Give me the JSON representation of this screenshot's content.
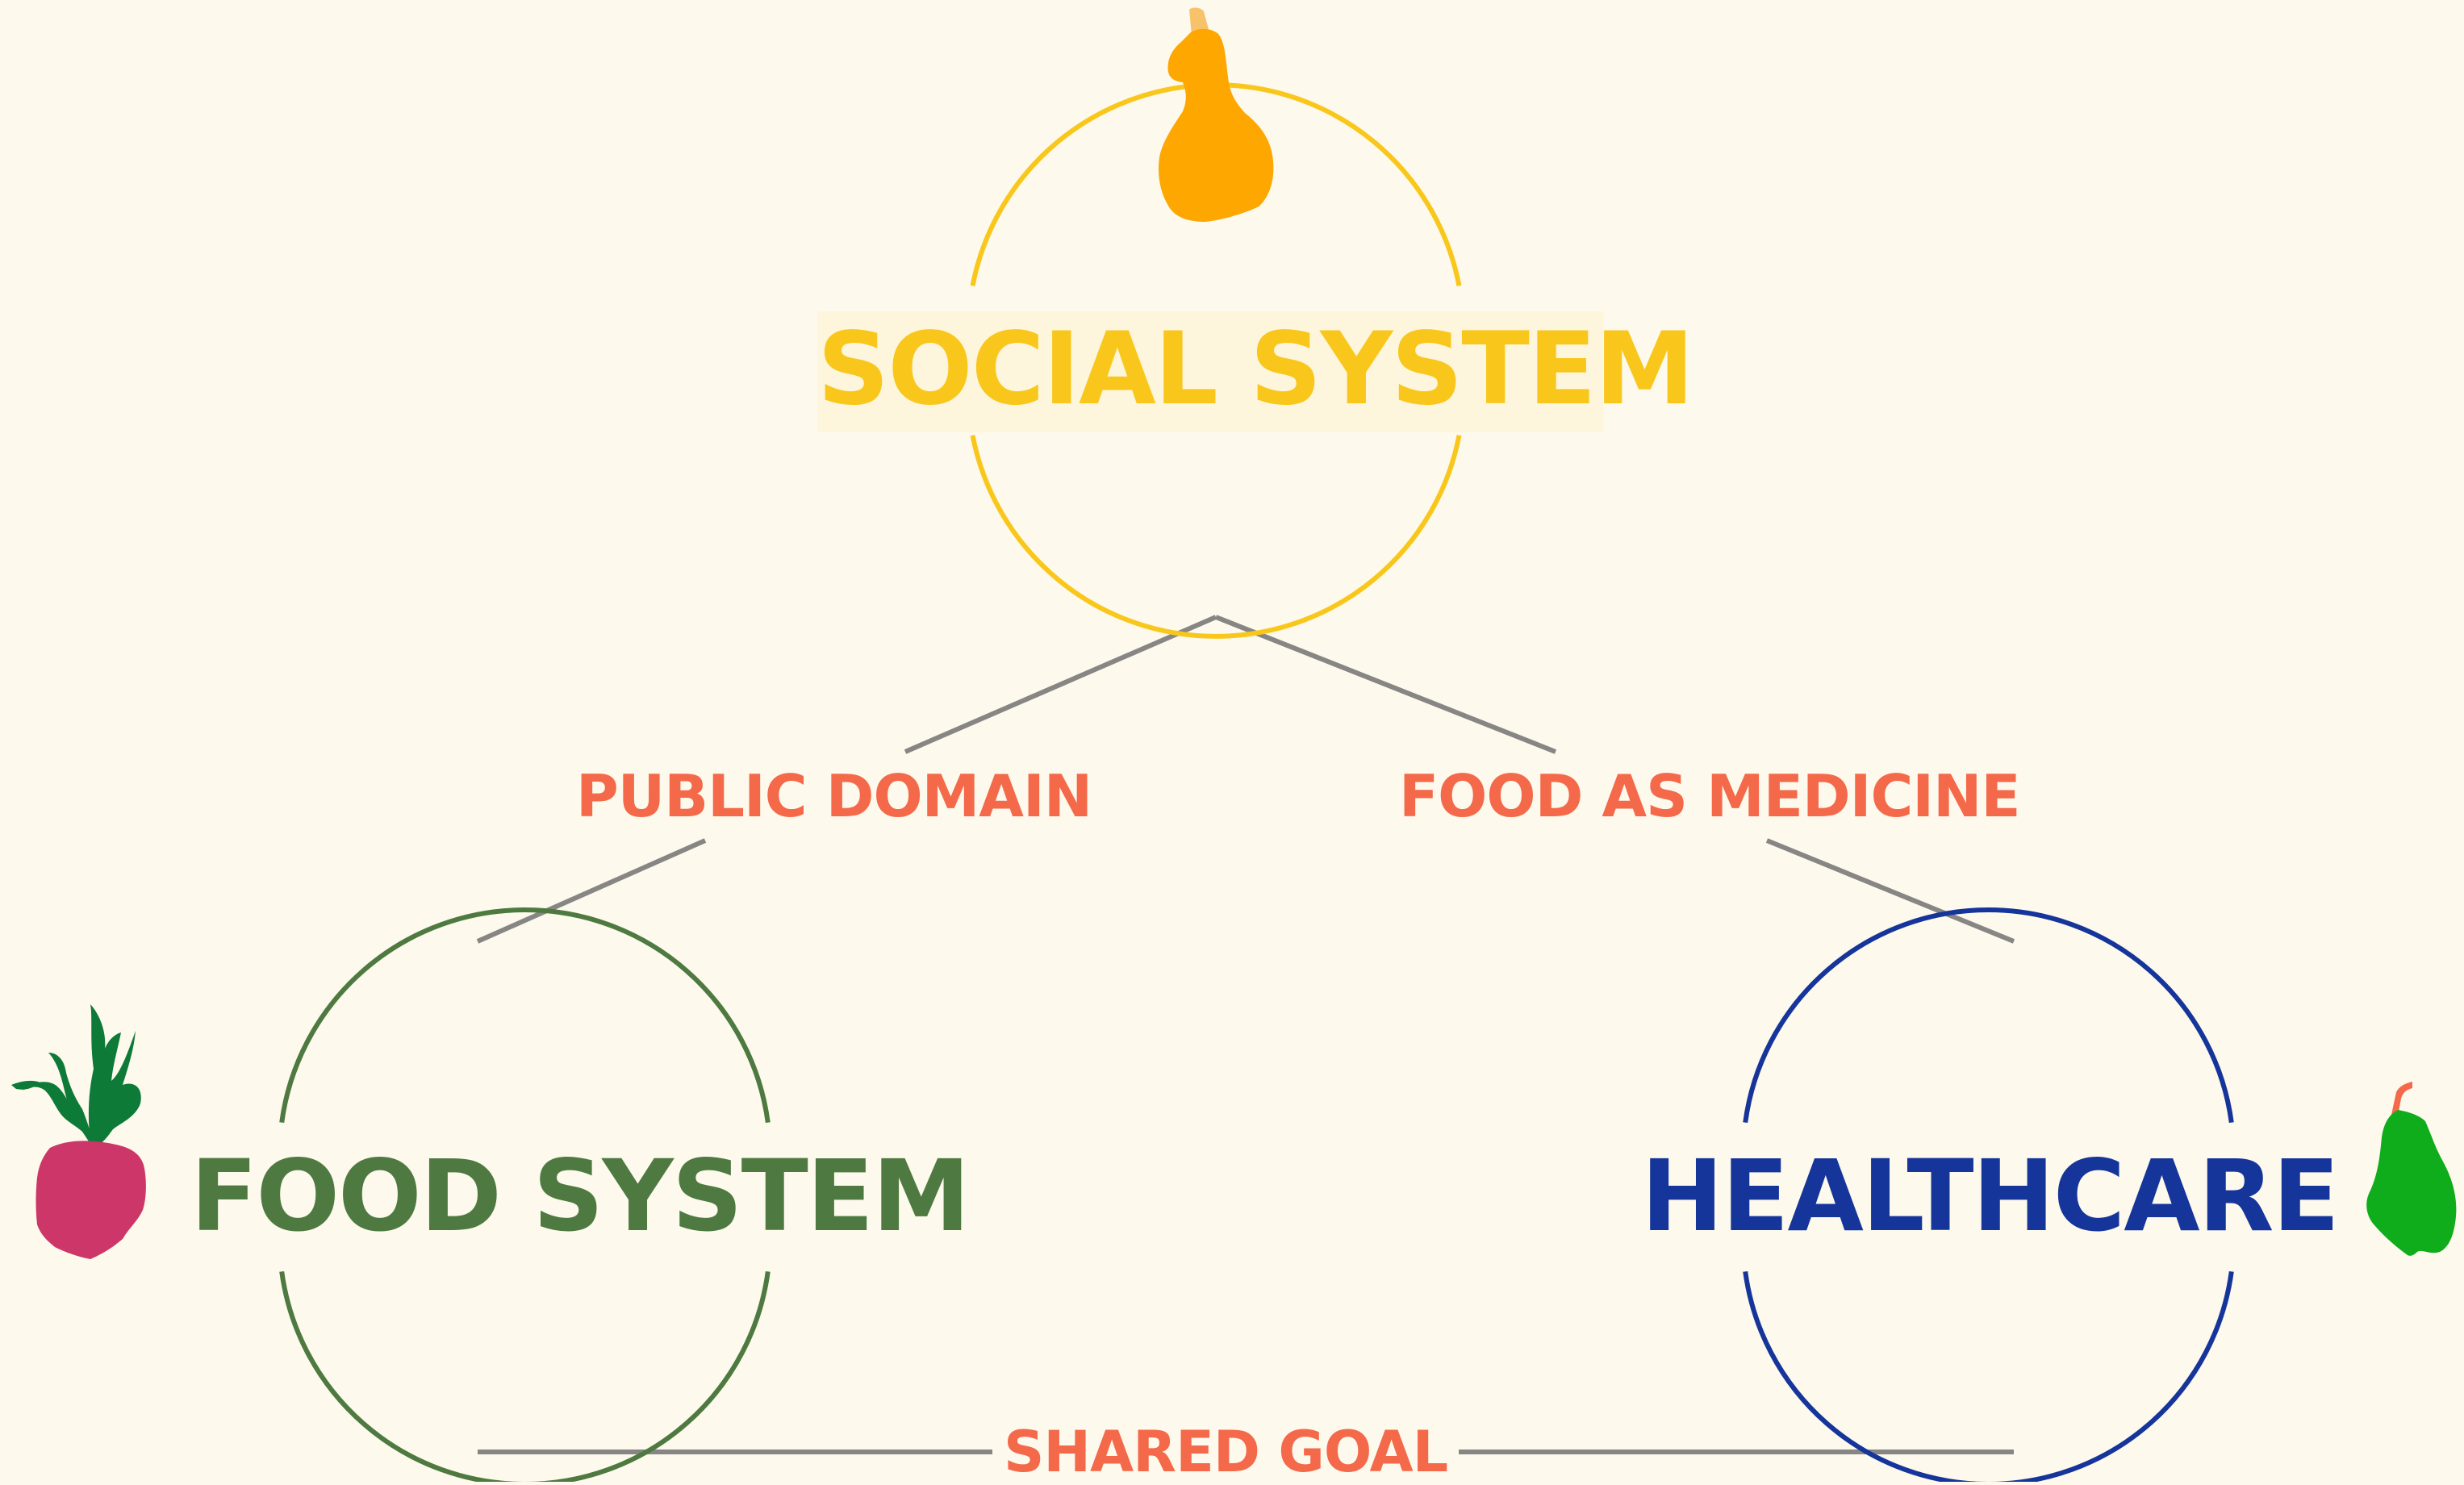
{
  "nodes": [
    {
      "id": "social",
      "label": "SOCIAL SYSTEM",
      "color": "#f9c71c",
      "icon": "butternut-squash-icon"
    },
    {
      "id": "food",
      "label": "FOOD SYSTEM",
      "color": "#4e7a41",
      "icon": "beet-icon"
    },
    {
      "id": "health",
      "label": "HEALTHCARE",
      "color": "#16359b",
      "icon": "pear-icon"
    }
  ],
  "edges": [
    {
      "from": "social",
      "to": "food",
      "label": "PUBLIC DOMAIN"
    },
    {
      "from": "social",
      "to": "health",
      "label": "FOOD AS MEDICINE"
    },
    {
      "from": "food",
      "to": "health",
      "label": "SHARED GOAL"
    }
  ],
  "edge_label_color": "#f4694a",
  "connector_color": "#878684"
}
